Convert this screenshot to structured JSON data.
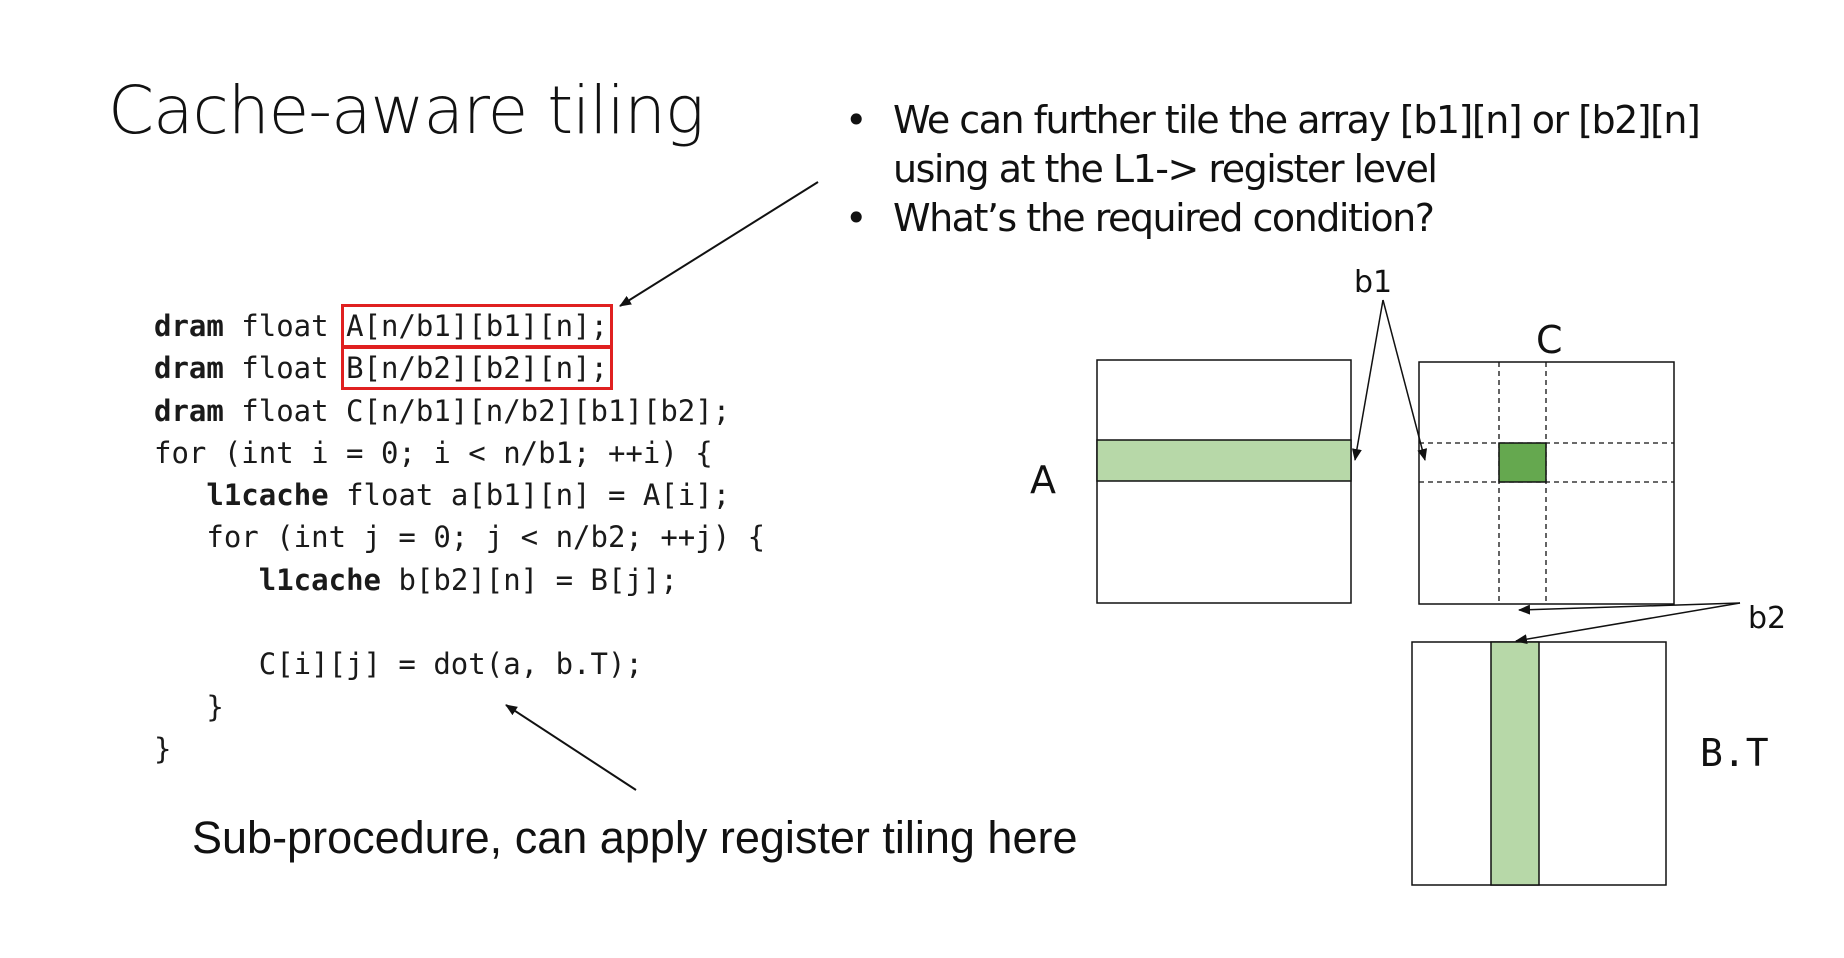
{
  "slide": {
    "title": "Cache-aware tiling",
    "bullets": [
      {
        "marker": "•",
        "text": "We can further tile the array [b1][n] or [b2][n] using at the L1-> register level"
      },
      {
        "marker": "•",
        "text": "What’s the required condition?"
      }
    ],
    "code": {
      "line1": {
        "kw": "dram",
        "rest_before": " float ",
        "boxed": "A[n/b1][b1][n];"
      },
      "line2": {
        "kw": "dram",
        "rest_before": " float ",
        "boxed": "B[n/b2][b2][n];"
      },
      "line3": {
        "kw": "dram",
        "rest": " float C[n/b1][n/b2][b1][b2];"
      },
      "line4": {
        "text": "for (int i = 0; i < n/b1; ++i) {"
      },
      "line5": {
        "indent": "   ",
        "kw": "l1cache",
        "rest": " float a[b1][n] = A[i];"
      },
      "line6": {
        "text": "   for (int j = 0; j < n/b2; ++j) {"
      },
      "line7": {
        "indent": "      ",
        "kw": "l1cache",
        "rest": " b[b2][n] = B[j];"
      },
      "line8": {
        "text": ""
      },
      "line9": {
        "text": "      C[i][j] = dot(a, b.T);"
      },
      "line10": {
        "text": "   }"
      },
      "line11": {
        "text": "}"
      }
    },
    "caption": "Sub-procedure, can apply register tiling here",
    "diagram": {
      "label_a": "A",
      "label_c": "C",
      "label_bt": "B.T",
      "label_b1": "b1",
      "label_b2": "b2"
    },
    "colors": {
      "highlight_box": "#e02020",
      "light_green": "#b7d8a8",
      "dark_green": "#65a84f"
    }
  }
}
